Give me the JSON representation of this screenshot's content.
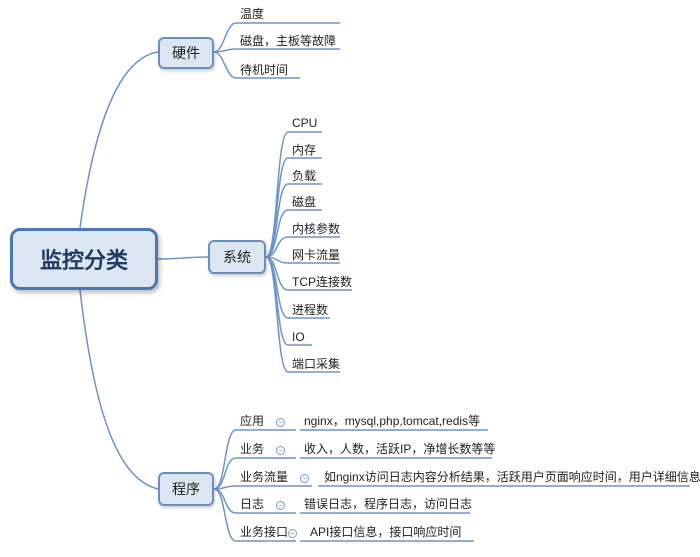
{
  "root": {
    "title": "监控分类"
  },
  "branches": {
    "hardware": {
      "label": "硬件",
      "items": [
        "温度",
        "磁盘，主板等故障",
        "待机时间"
      ]
    },
    "system": {
      "label": "系统",
      "items": [
        "CPU",
        "内存",
        "负载",
        "磁盘",
        "内核参数",
        "网卡流量",
        "TCP连接数",
        "进程数",
        "IO",
        "端口采集"
      ]
    },
    "program": {
      "label": "程序",
      "items": [
        {
          "name": "应用",
          "detail": "nginx，mysql,php,tomcat,redis等"
        },
        {
          "name": "业务",
          "detail": "收入，人数，活跃IP，净增长数等等"
        },
        {
          "name": "业务流量",
          "detail": "如nginx访问日志内容分析结果，活跃用户页面响应时间，用户详细信息"
        },
        {
          "name": "日志",
          "detail": "错误日志，程序日志，访问日志"
        },
        {
          "name": "业务接口",
          "detail": "API接口信息，接口响应时间"
        }
      ]
    }
  },
  "colors": {
    "line": "#6f94c6",
    "node_fill": "#dce6f2",
    "node_border": "#4a78b5"
  }
}
